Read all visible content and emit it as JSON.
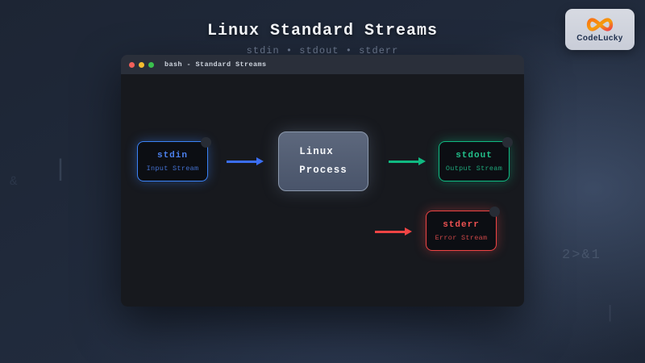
{
  "page": {
    "title": "Linux Standard Streams",
    "subtitle": "stdin • stdout • stderr",
    "watermarks": [
      {
        "text": "&"
      },
      {
        "text": "|"
      },
      {
        "text": "2>&1"
      },
      {
        "text": "|"
      }
    ]
  },
  "brand": {
    "name": "CodeLucky",
    "icon": "infinity-logo",
    "card_bg": "#d2d6df",
    "text_color": "#20304e",
    "gradient_start": "#f97316",
    "gradient_end": "#ef4444"
  },
  "terminal": {
    "title": "bash - Standard Streams",
    "titlebar_bg": "#2a2f3a",
    "body_bg": "#17191e",
    "traffic_lights": [
      {
        "name": "close",
        "color": "#f2605a"
      },
      {
        "name": "minimize",
        "color": "#f7bd2f"
      },
      {
        "name": "maximize",
        "color": "#3ac14d"
      }
    ]
  },
  "diagram": {
    "process": {
      "line1": "Linux",
      "line2": "Process",
      "bg": "#4e5a6e",
      "border": "#8b98ac"
    },
    "streams": [
      {
        "id": "stdin",
        "name": "stdin",
        "desc": "Input Stream",
        "color": "#3b82f6"
      },
      {
        "id": "stdout",
        "name": "stdout",
        "desc": "Output Stream",
        "color": "#10b981"
      },
      {
        "id": "stderr",
        "name": "stderr",
        "desc": "Error Stream",
        "color": "#ef4444"
      }
    ]
  }
}
